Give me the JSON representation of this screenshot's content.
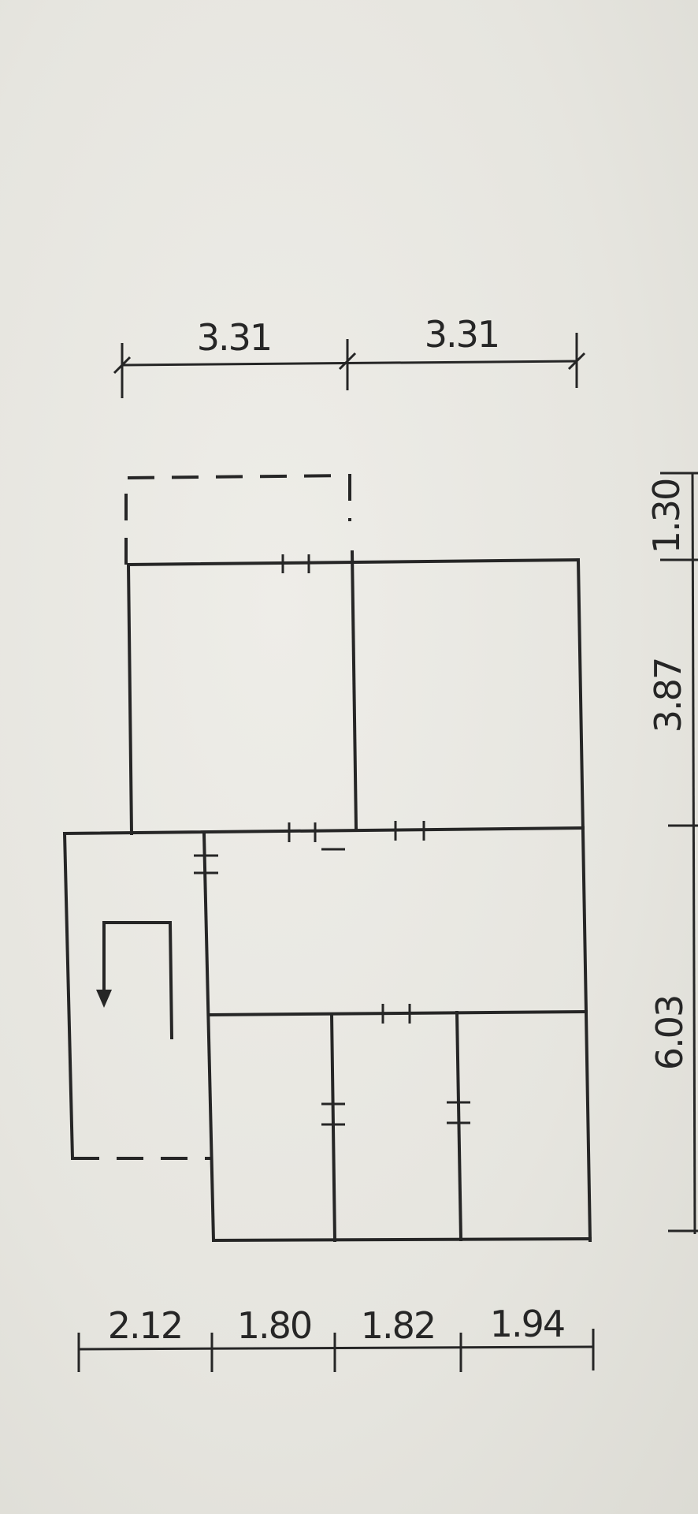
{
  "plan": {
    "top_dimensions": [
      "3.31",
      "3.31"
    ],
    "bottom_dimensions": [
      "2.12",
      "1.80",
      "1.82",
      "1.94"
    ],
    "right_dimensions": [
      "1.30",
      "3.87",
      "6.03"
    ]
  },
  "colors": {
    "ink": "#262626",
    "paper": "#e9e8e2"
  }
}
